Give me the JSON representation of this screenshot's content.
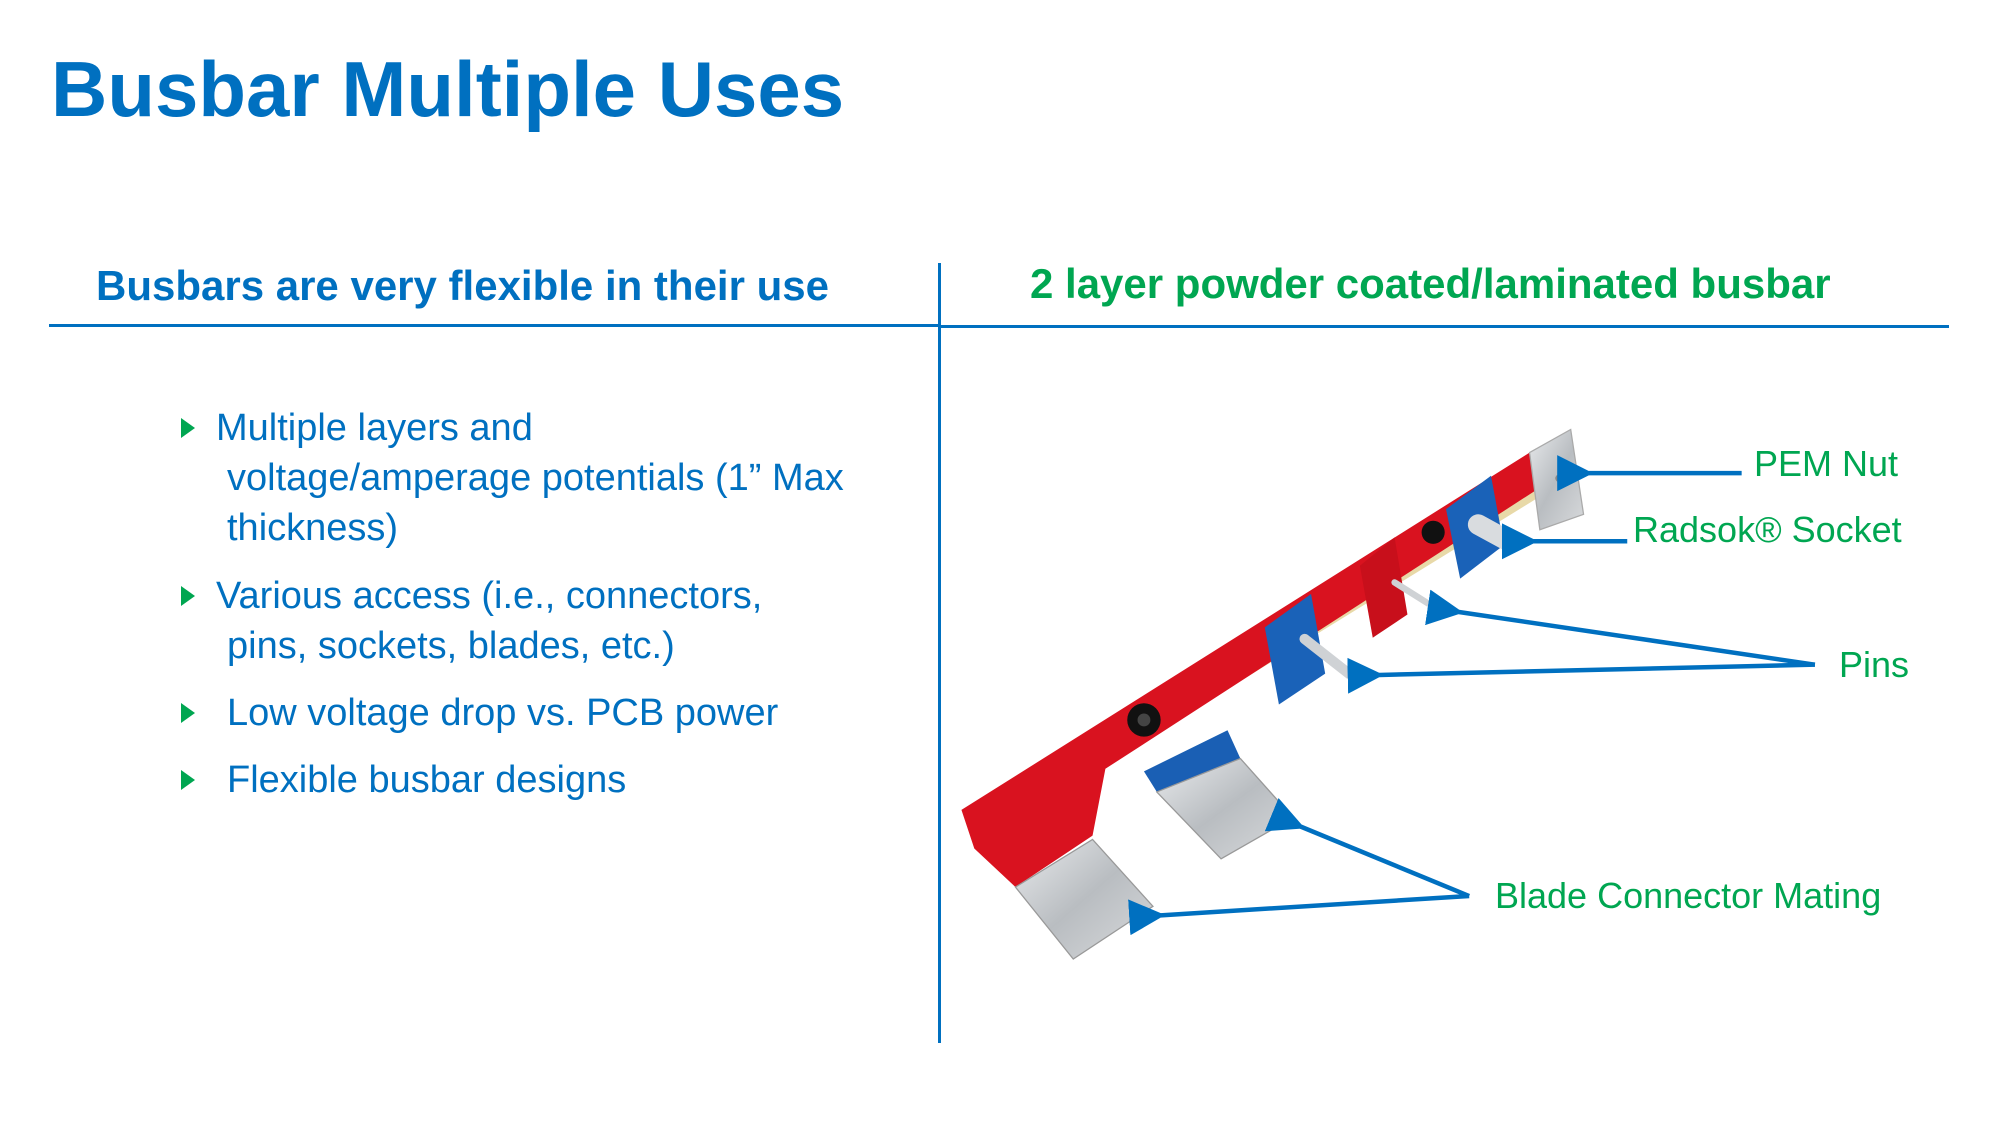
{
  "title": "Busbar Multiple Uses",
  "left": {
    "heading": "Busbars are very flexible in their use",
    "bullets": [
      {
        "lines": [
          "Multiple layers and",
          "voltage/amperage potentials (1” Max",
          "thickness)"
        ]
      },
      {
        "lines": [
          "Various access (i.e., connectors,",
          "pins, sockets, blades, etc.)"
        ]
      },
      {
        "lines": [
          "Low voltage drop vs. PCB power"
        ]
      },
      {
        "lines": [
          "Flexible busbar designs"
        ]
      }
    ]
  },
  "right": {
    "heading": "2 layer powder coated/laminated busbar",
    "callouts": {
      "pem_nut": "PEM Nut",
      "radsok_socket": "Radsok® Socket",
      "pins": "Pins",
      "blade": "Blade Connector Mating"
    }
  },
  "colors": {
    "blue": "#0070c0",
    "green": "#00a651",
    "red": "#d9121f"
  }
}
